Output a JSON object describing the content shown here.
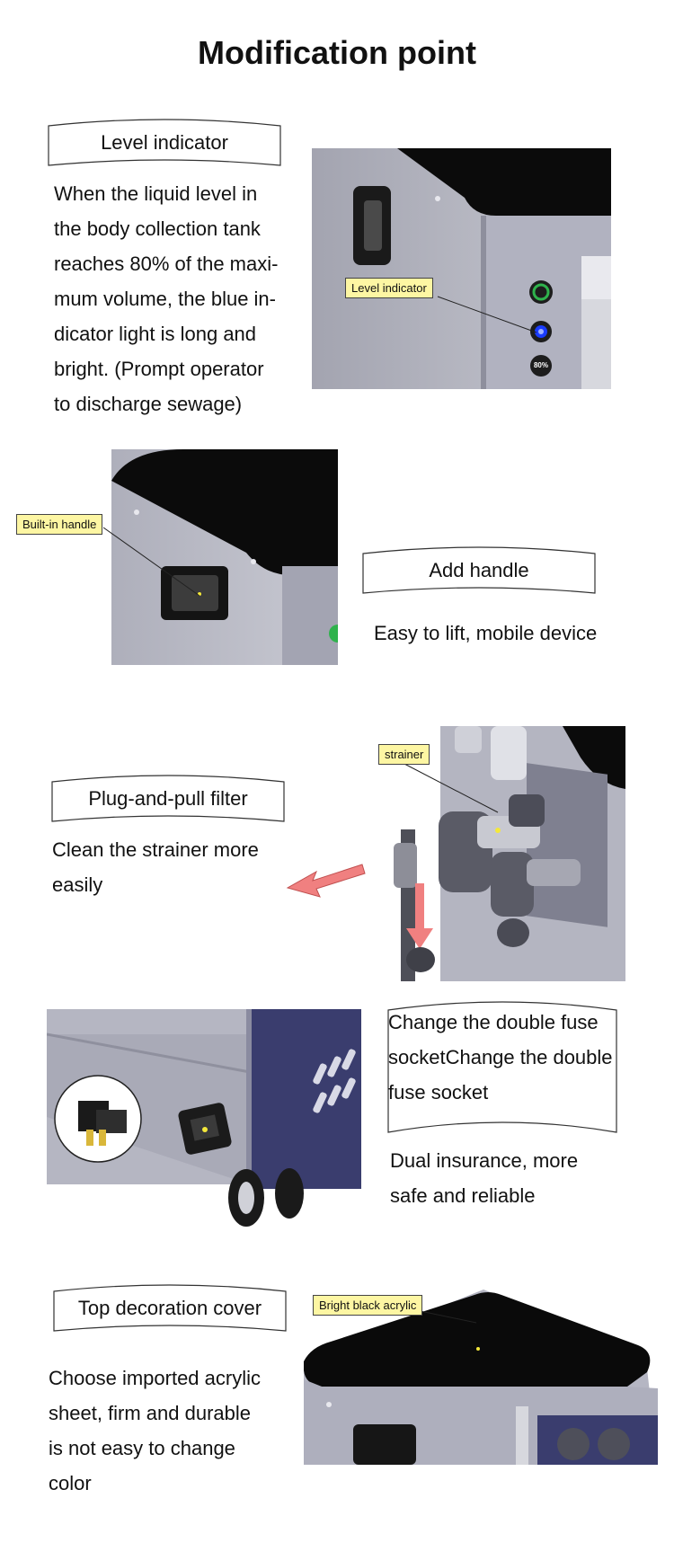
{
  "title": "Modification point",
  "sections": [
    {
      "heading": "Level indicator",
      "body": "When the liquid level in the body collection tank reaches 80% of the maximum volume, the blue indicator light is long and bright. (Prompt operator to discharge sewage)",
      "body_lines": [
        "When the liquid level in",
        "the body collection tank",
        "reaches 80% of the maxi-",
        "mum volume, the blue in-",
        "dicator light is long and",
        "bright. (Prompt operator",
        "to discharge sewage)"
      ],
      "callout": "Level indicator",
      "badge": "80%"
    },
    {
      "heading": "Add handle",
      "body": "Easy to lift, mobile device",
      "callout": "Built-in handle"
    },
    {
      "heading": "Plug-and-pull filter",
      "body_lines": [
        "Clean the strainer more",
        "easily"
      ],
      "callout": "strainer"
    },
    {
      "heading_lines": [
        "Change the double fuse",
        "socketChange the double",
        "fuse socket"
      ],
      "body_lines": [
        "Dual insurance, more",
        "safe and reliable"
      ]
    },
    {
      "heading": "Top decoration cover",
      "body_lines": [
        "Choose imported acrylic",
        "sheet, firm and durable",
        "is not easy to change",
        "color"
      ],
      "callout": "Bright black acrylic"
    }
  ],
  "icons": [
    "handle-icon",
    "power-button-icon",
    "blue-indicator-icon",
    "arrow-icon",
    "fuse-socket-icon",
    "wheel-icon"
  ],
  "colors": {
    "callout_bg": "#fdf6a3",
    "body_gray": "#b8b9c4",
    "top_black": "#0a0a0a",
    "navy_panel": "#3a3d6e",
    "arrow_red": "#f08080",
    "indicator_blue": "#1a3cff",
    "indicator_green": "#2fb24c"
  }
}
